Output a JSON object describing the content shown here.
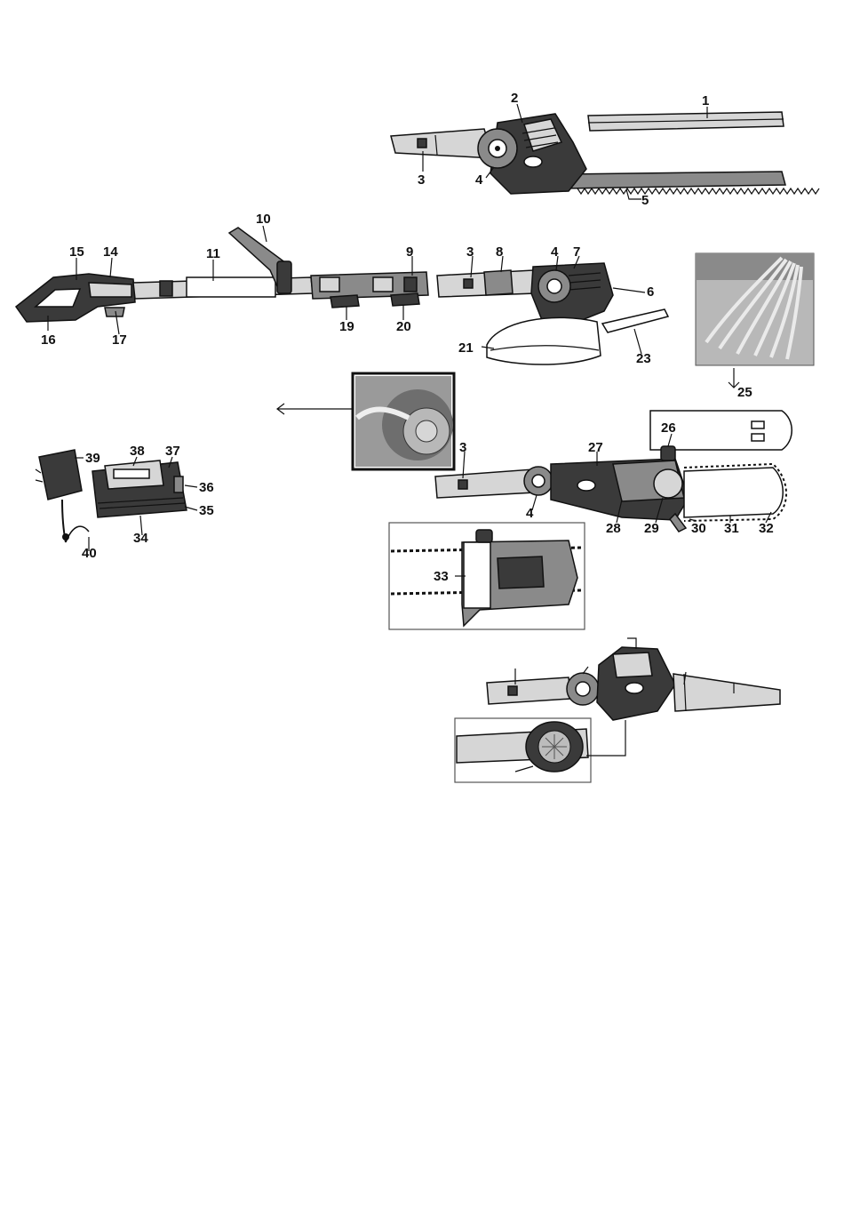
{
  "labels": {
    "l1": "1",
    "l2": "2",
    "l3": "3",
    "l4": "4",
    "l5": "5",
    "l6": "6",
    "l7": "7",
    "l8": "8",
    "l9": "9",
    "l10": "10",
    "l11": "11",
    "l14": "14",
    "l15": "15",
    "l16": "16",
    "l17": "17",
    "l19": "19",
    "l20": "20",
    "l21": "21",
    "l23": "23",
    "l25": "25",
    "l26": "26",
    "l27": "27",
    "l28": "28",
    "l29": "29",
    "l30": "30",
    "l31": "31",
    "l32": "32",
    "l33": "33",
    "l34": "34",
    "l35": "35",
    "l36": "36",
    "l37": "37",
    "l38": "38",
    "l39": "39",
    "l40": "40"
  }
}
